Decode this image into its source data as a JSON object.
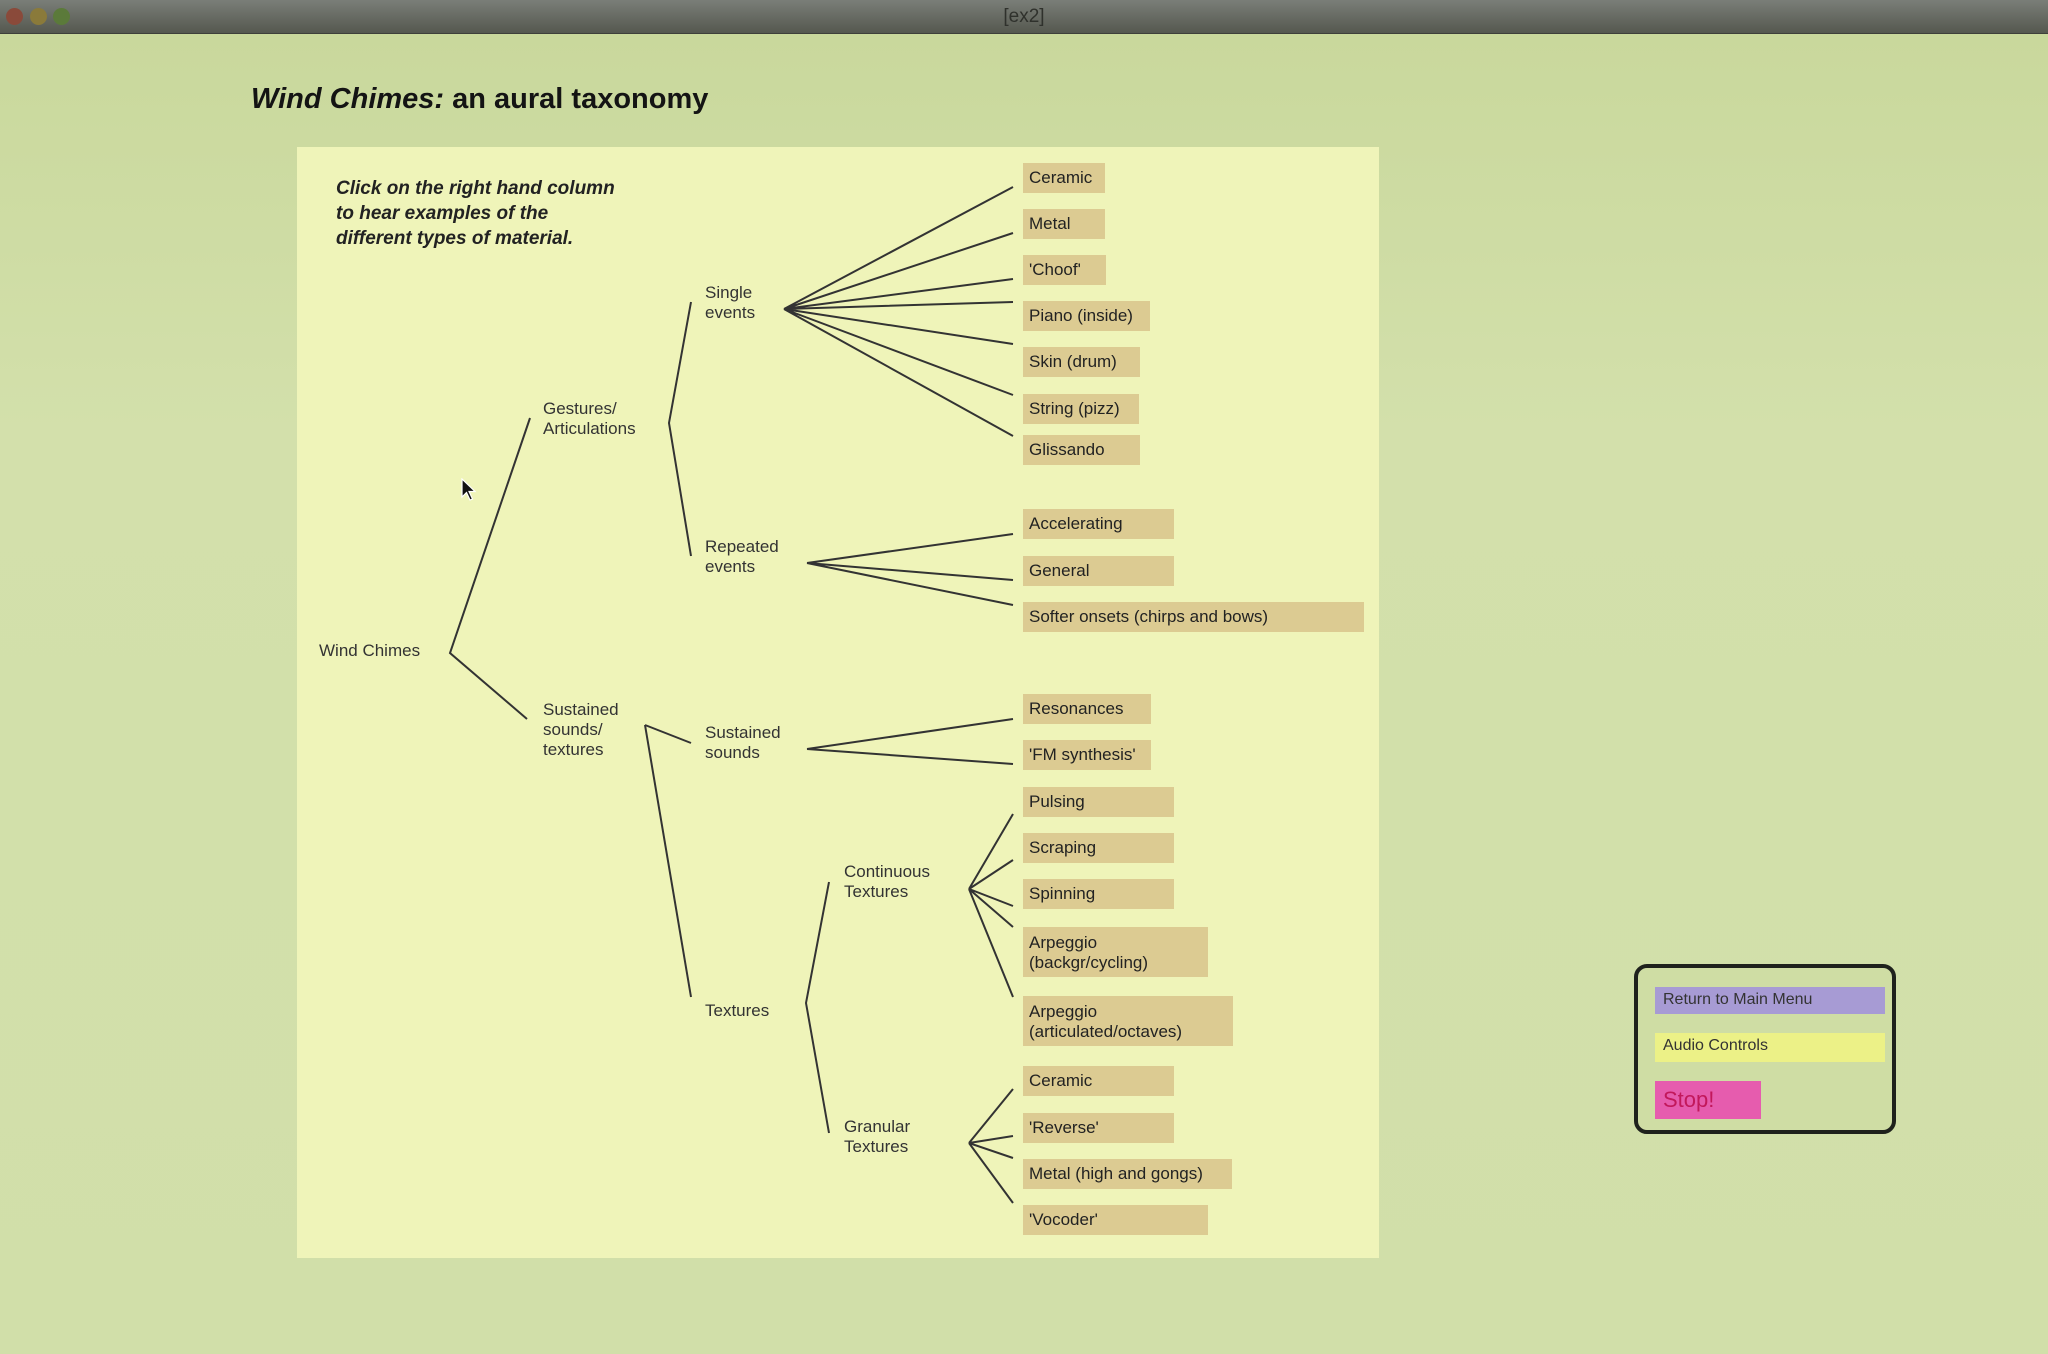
{
  "window": {
    "title": "[ex2]"
  },
  "heading": {
    "title_italic": "Wind Chimes:",
    "title_rest": " an aural taxonomy"
  },
  "instructions": "Click on the right hand column to hear examples of the different types of material.",
  "tree": {
    "root": "Wind Chimes",
    "gestures": "Gestures/\nArticulations",
    "single_events": "Single\nevents",
    "repeated_events": "Repeated\nevents",
    "sustained_textures": "Sustained\nsounds/\ntextures",
    "sustained_sounds": "Sustained\nsounds",
    "textures": "Textures",
    "continuous_textures": "Continuous\nTextures",
    "granular_textures": "Granular\nTextures"
  },
  "leaves": {
    "single": [
      "Ceramic",
      "Metal",
      "'Choof'",
      "Piano (inside)",
      "Skin (drum)",
      "String (pizz)",
      "Glissando"
    ],
    "repeated": [
      "Accelerating",
      "General",
      "Softer onsets (chirps and bows)"
    ],
    "sustained": [
      "Resonances",
      "'FM synthesis'"
    ],
    "continuous": [
      "Pulsing",
      "Scraping",
      "Spinning",
      "Arpeggio\n(backgr/cycling)",
      "Arpeggio\n(articulated/octaves)"
    ],
    "granular": [
      "Ceramic",
      "'Reverse'",
      "Metal (high and gongs)",
      "'Vocoder'"
    ]
  },
  "controls": {
    "return_label": "Return to Main Menu",
    "audio_label": "Audio Controls",
    "stop_label": "Stop!"
  },
  "colors": {
    "background": "#cfdda4",
    "panel": "#eff4b9",
    "leaf": "#dccb92",
    "return_button": "#a79bd4",
    "audio_button": "#ecf187",
    "stop_button": "#e65cae"
  }
}
